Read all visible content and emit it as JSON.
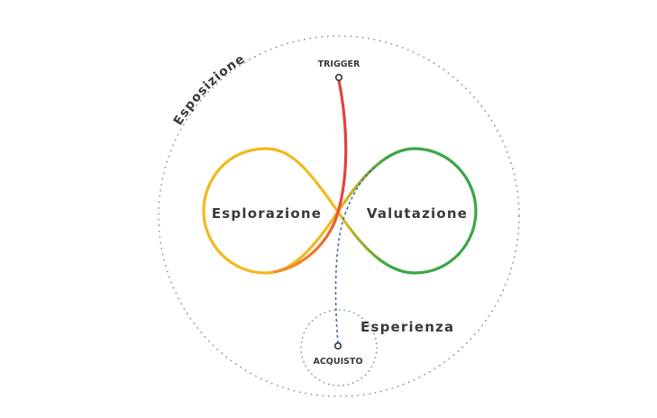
{
  "labels": {
    "exposure": "Esposizione",
    "trigger": "TRIGGER",
    "exploration": "Esplorazione",
    "evaluation": "Valutazione",
    "experience": "Esperienza",
    "purchase": "ACQUISTO"
  },
  "colors": {
    "exploration": "#f2b81e",
    "evaluation": "#3aa645",
    "trigger": "#e0413a",
    "purchase_path": "#3f6fa8",
    "dotted": "#9a9a9a",
    "text": "#3a3a3a"
  }
}
